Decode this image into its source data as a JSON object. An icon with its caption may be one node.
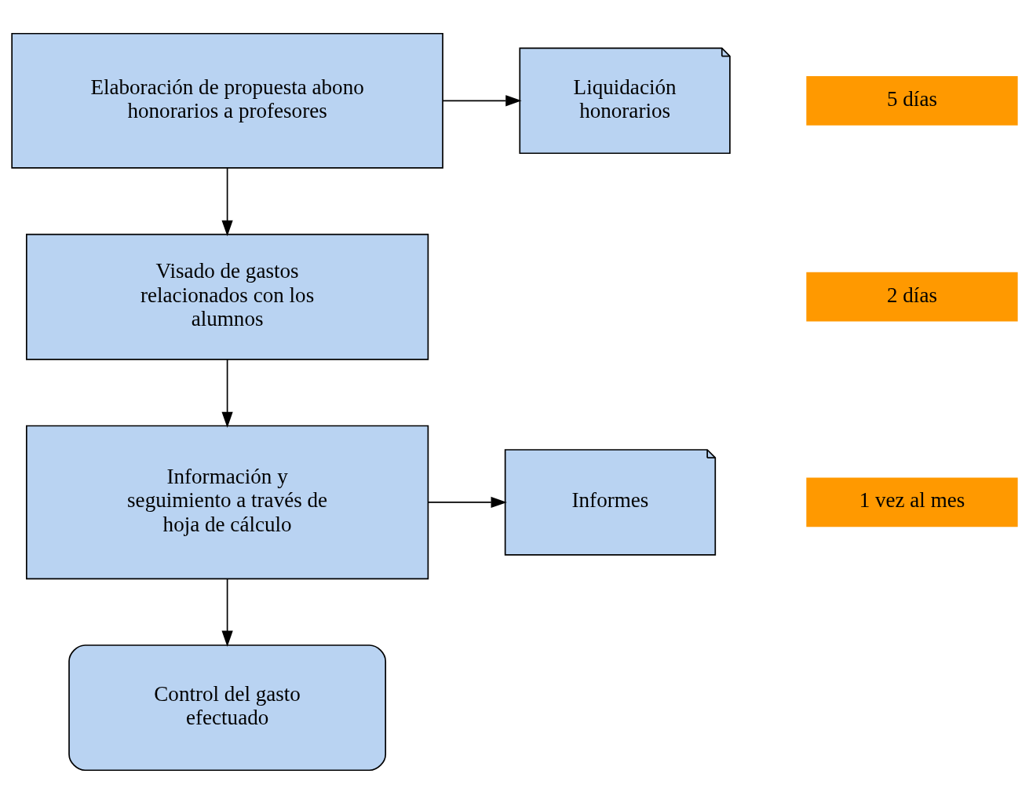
{
  "diagram": {
    "nodes": [
      {
        "text": [
          "Elaboración de propuesta abono honorarios a profesores"
        ]
      },
      {
        "text": [
          "Liquidación honorarios"
        ]
      },
      {
        "text": [
          "Visado de gastos relacionados con los alumnos"
        ]
      },
      {
        "text": [
          "Información y seguimiento a través de hoja de cálculo"
        ]
      },
      {
        "text": [
          "Informes"
        ]
      },
      {
        "text": [
          "Control del gasto efectuado"
        ]
      },
      {
        "text": [
          "5 días"
        ]
      },
      {
        "text": [
          "2 días"
        ]
      },
      {
        "text": [
          "1 vez al mes"
        ]
      }
    ],
    "edges": [
      {
        "from": 0,
        "to": 1,
        "arrow": "to"
      },
      {
        "from": 0,
        "to": 2,
        "arrow": "to"
      },
      {
        "from": 2,
        "to": 3,
        "arrow": "to"
      },
      {
        "from": 3,
        "to": 4,
        "arrow": "to"
      },
      {
        "from": 3,
        "to": 5,
        "arrow": "to"
      }
    ]
  }
}
